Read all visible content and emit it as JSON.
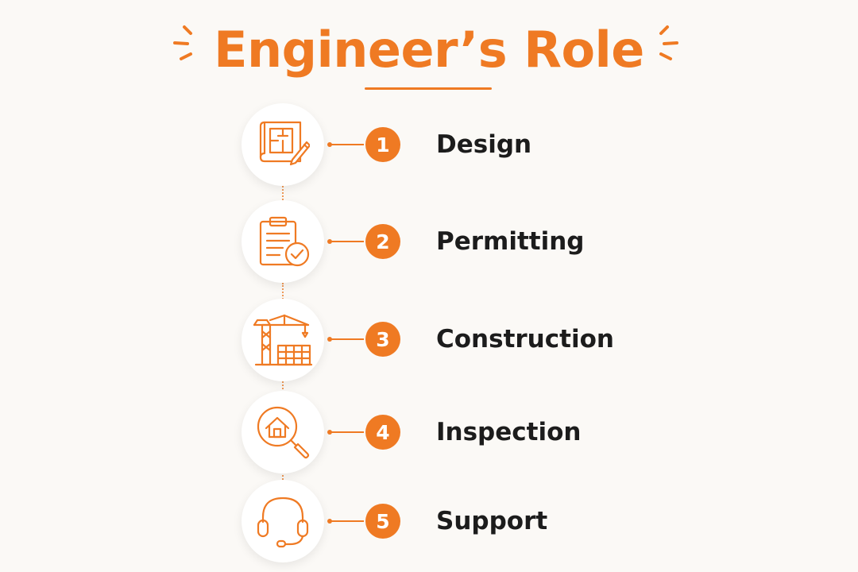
{
  "title": "Engineer’s Role",
  "accent_color": "#ef7a23",
  "steps": [
    {
      "number": "1",
      "label": "Design",
      "icon": "blueprint-pencil-icon"
    },
    {
      "number": "2",
      "label": "Permitting",
      "icon": "clipboard-check-icon"
    },
    {
      "number": "3",
      "label": "Construction",
      "icon": "crane-building-icon"
    },
    {
      "number": "4",
      "label": "Inspection",
      "icon": "house-magnifier-icon"
    },
    {
      "number": "5",
      "label": "Support",
      "icon": "headset-icon"
    }
  ]
}
